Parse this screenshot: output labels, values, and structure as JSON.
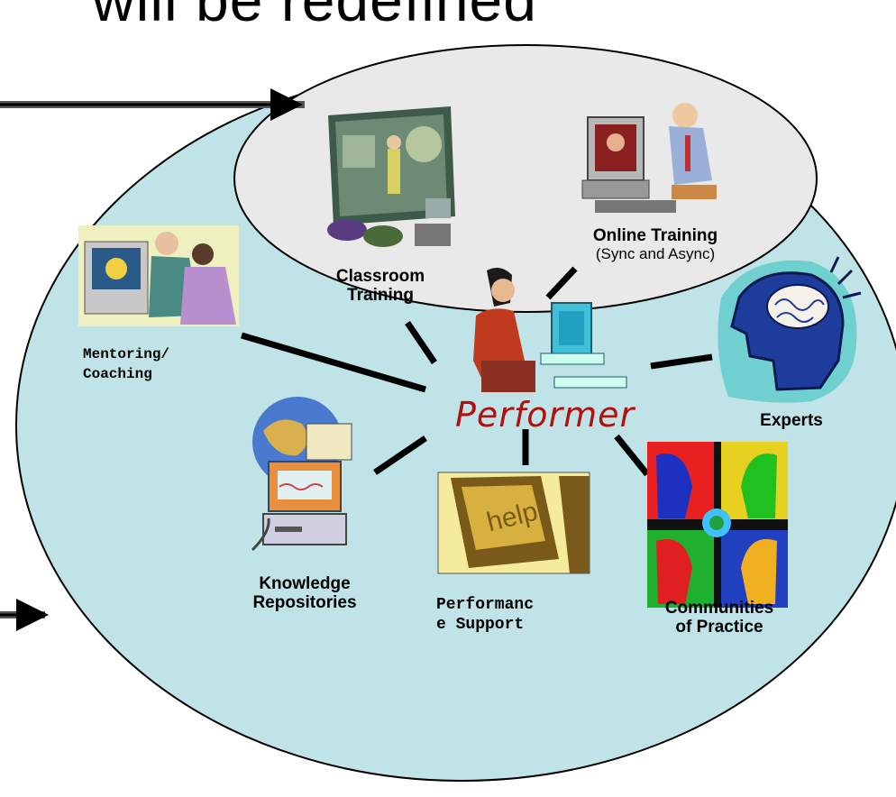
{
  "title_fragment": "will be redefined",
  "center": {
    "label": "Performer",
    "color": "#b01010"
  },
  "nodes": {
    "classroom": {
      "line1": "Classroom",
      "line2": "Training"
    },
    "online": {
      "line1": "Online Training",
      "line2": "(Sync and Async)"
    },
    "mentoring": {
      "line1": "Mentoring/",
      "line2": "Coaching"
    },
    "experts": {
      "label": "Experts"
    },
    "knowledge": {
      "line1": "Knowledge",
      "line2": "Repositories"
    },
    "performance": {
      "line1": "Performanc",
      "line2": "e Support",
      "key_text": "help"
    },
    "communities": {
      "line1": "Communities",
      "line2": "of Practice"
    }
  },
  "colors": {
    "outer_ellipse": "#bfe3e6",
    "inner_ellipse": "#e9e9e9",
    "connector": "#000000"
  },
  "icons": [
    "classroom-clipart-icon",
    "online-training-clipart-icon",
    "mentoring-clipart-icon",
    "expert-head-icon",
    "knowledge-computer-icon",
    "help-key-icon",
    "communities-faces-icon",
    "performer-person-icon"
  ]
}
